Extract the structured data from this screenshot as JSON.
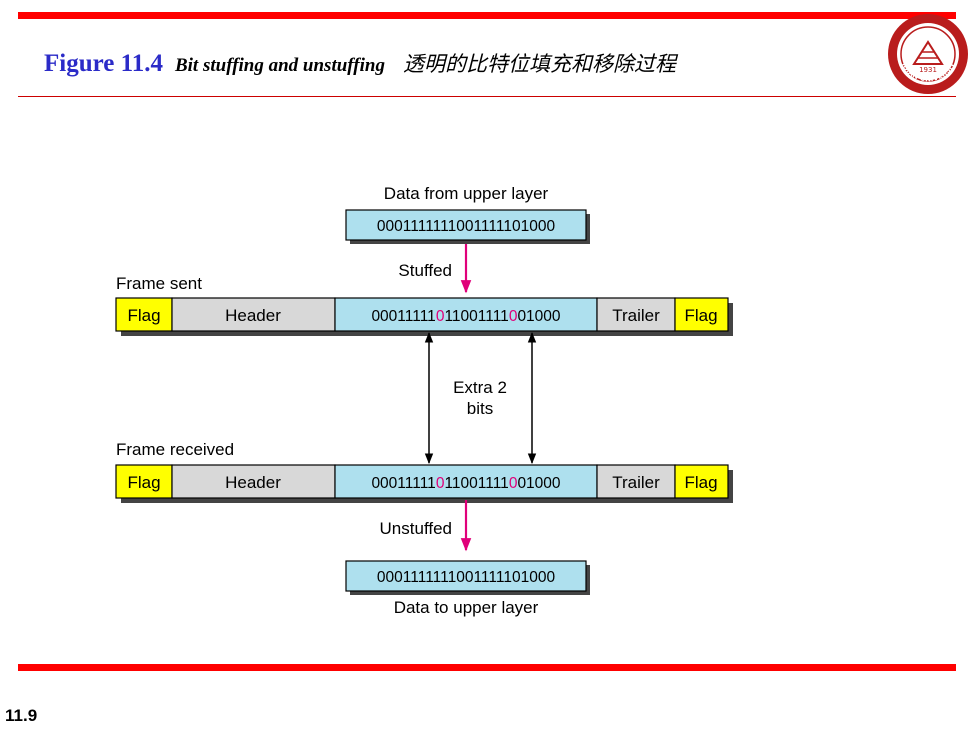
{
  "header": {
    "figure_label": "Figure 11.4",
    "subtitle": "Bit stuffing and unstuffing",
    "chinese_title": "透明的比特位填充和移除过程",
    "seal_year": "1931",
    "seal_text": "XIDIAN UNIVERSITY"
  },
  "diagram": {
    "data_from_upper_label": "Data from upper layer",
    "data_top_bits": "0001111111001111101000",
    "stuffed_label": "Stuffed",
    "frame_sent_label": "Frame sent",
    "frame_received_label": "Frame received",
    "flag_label": "Flag",
    "header_label": "Header",
    "trailer_label": "Trailer",
    "payload_part1": "00011111",
    "extra_bit1": "0",
    "payload_part2": "11001111",
    "extra_bit2": "0",
    "payload_part3": "01000",
    "extra_bits_line1": "Extra 2",
    "extra_bits_line2": "bits",
    "unstuffed_label": "Unstuffed",
    "data_bottom_bits": "0001111111001111101000",
    "data_to_upper_label": "Data to upper layer"
  },
  "footer": {
    "slide_number": "11.9"
  },
  "colors": {
    "accent_red": "#ff0000",
    "title_blue": "#2b2bc8",
    "flag_yellow": "#ffff00",
    "data_cyan": "#aee0ee",
    "header_gray": "#d8d8d8",
    "arrow_magenta": "#e0007a"
  }
}
